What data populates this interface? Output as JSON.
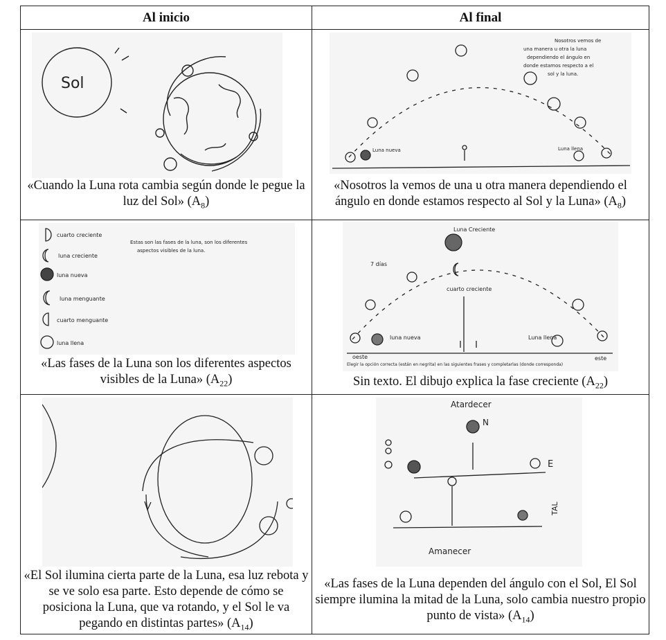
{
  "headers": {
    "left": "Al inicio",
    "right": "Al final"
  },
  "rows": [
    {
      "left": {
        "caption": "«Cuando la Luna rota cambia según donde le pegue la luz del Sol» (A",
        "sub": "8",
        "tail": ")",
        "sketch_labels": [
          "Sol"
        ]
      },
      "right": {
        "caption": "«Nosotros la vemos de una u otra manera dependiendo el ángulo en donde estamos respecto al Sol y la Luna» (A",
        "sub": "8",
        "tail": ")",
        "sketch_labels": [
          "Nosotros vemos de",
          "una manera u otra la luna",
          "dependiendo el ángulo en",
          "donde estamos respecto a el",
          "sol y la luna.",
          "Luna nueva",
          "Luna llena"
        ]
      }
    },
    {
      "left": {
        "caption": "«Las fases de la Luna son los diferentes aspectos visibles de la Luna» (A",
        "sub": "22",
        "tail": ")",
        "sketch_labels": [
          "cuarto creciente",
          "luna creciente",
          "luna nueva",
          "luna menguante",
          "cuarto menguante",
          "luna llena",
          "Estas son las fases de la luna, son los diferentes",
          "aspectos visibles de la luna."
        ]
      },
      "right": {
        "caption": "Sin texto. El dibujo explica la fase creciente (A",
        "sub": "22",
        "tail": ")",
        "sketch_labels": [
          "Luna Creciente",
          "7 días",
          "cuarto creciente",
          "luna nueva",
          "Luna llena",
          "oeste",
          "este",
          "Elegir la opción correcta (están en negrita) en las siguientes frases y completarlas (donde corresponda)"
        ]
      }
    },
    {
      "left": {
        "caption": "«El Sol ilumina cierta parte de la Luna, esa luz rebota y se ve solo esa parte. Esto depende de cómo se posiciona la Luna, que va rotando, y el Sol le va pegando en distintas partes» (A",
        "sub": "14",
        "tail": ")",
        "sketch_labels": []
      },
      "right": {
        "caption": "«Las fases de la Luna dependen del ángulo con el Sol, El Sol siempre ilumina la mitad de la Luna, solo cambia nuestro propio punto de vista» (A",
        "sub": "14",
        "tail": ")",
        "sketch_labels": [
          "Atardecer",
          "N",
          "E",
          "Amanecer",
          "TAL"
        ]
      }
    }
  ]
}
